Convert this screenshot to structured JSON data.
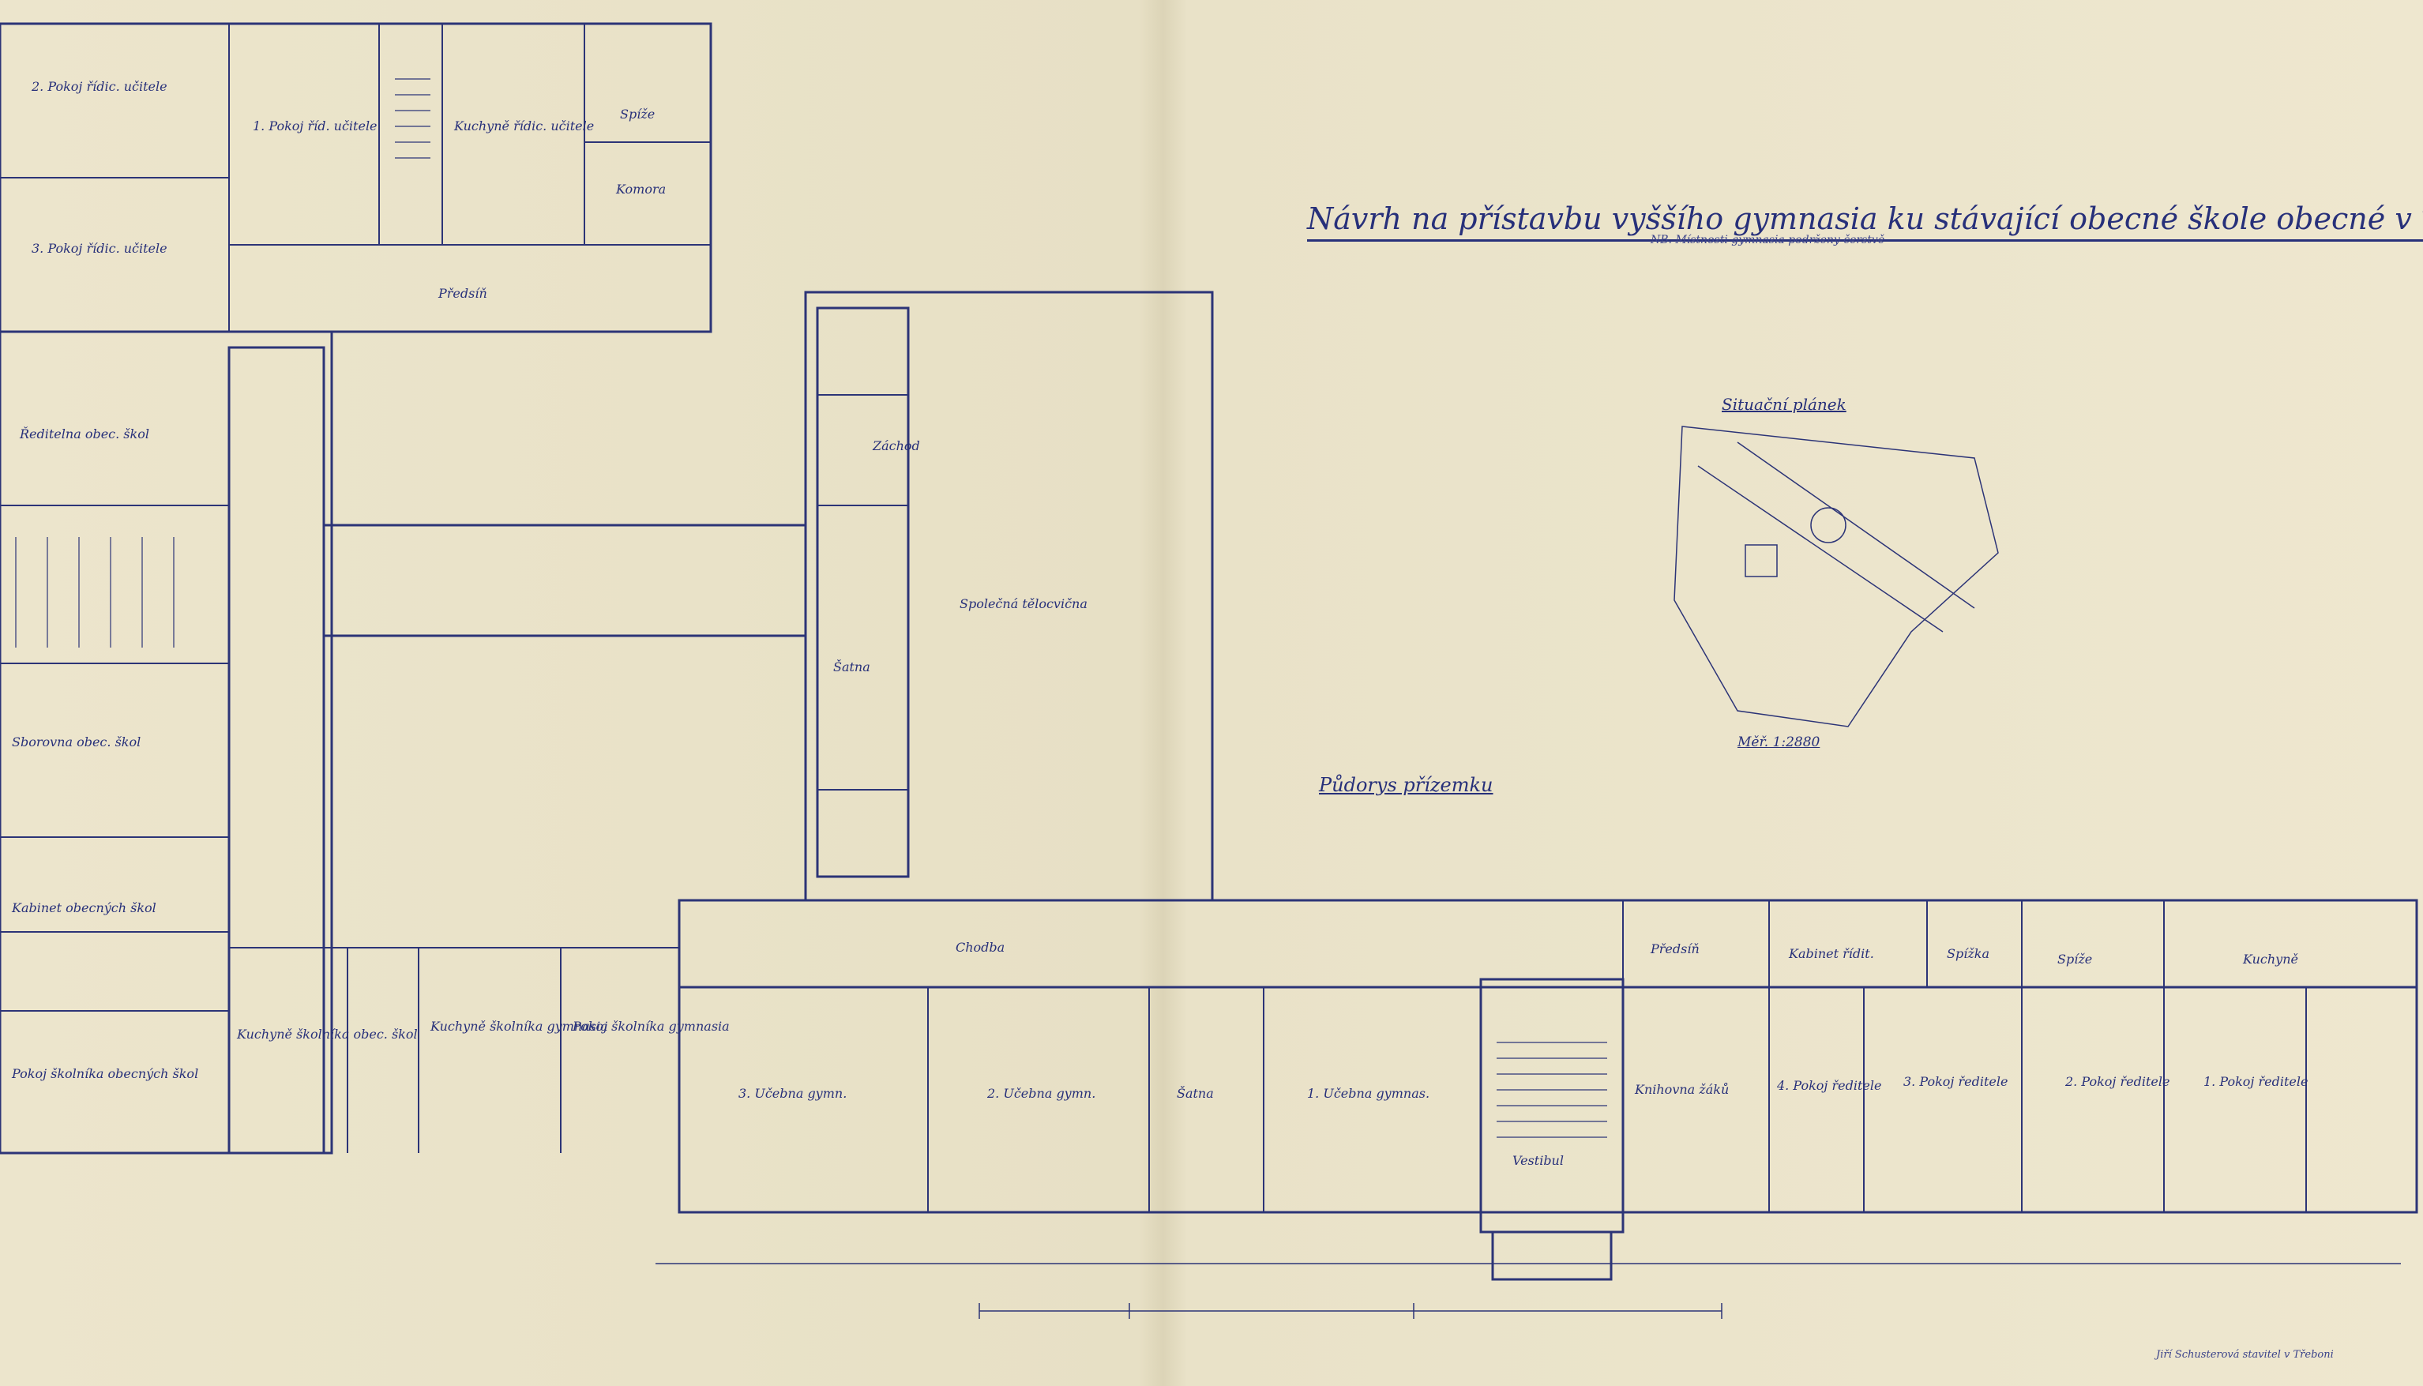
{
  "drawing": {
    "title": "Návrh na přístavbu vyššího gymnasia ku stávající obecné škole obecné v Třeboni",
    "subtitle": "NB. Místnosti gymnasia podrženy čerstvě",
    "site_plan_title": "Situační plánek",
    "site_plan_scale": "Měř. 1:2880",
    "ground_floor_title": "Půdorys přízemku",
    "signature": "Jiří Schusterová stavitel v Třeboni"
  },
  "rooms": {
    "pokoj2_ridic": "2. Pokoj řídic. učitele",
    "pokoj1_ridic": "1. Pokoj říd. učitele",
    "kuchyne_ridic": "Kuchyně řídic. učitele",
    "spize_top": "Spíže",
    "komora": "Komora",
    "pokoj3_ridic": "3. Pokoj řídic. učitele",
    "predsin_top": "Předsíň",
    "reditelna": "Ředitelna obec. škol",
    "sborovna": "Sborovna obec. škol",
    "kabinet_obec": "Kabinet obecných škol",
    "pokoj_skolnika_obec": "Pokoj školníka obecných škol",
    "kuchyne_skolnika_obec": "Kuchyně školníka obec. škol",
    "kuchyne_skolnika_gym": "Kuchyně školníka gymnasia",
    "pokoj_skolnika_gym": "Pokoj školníka gymnasia",
    "zachod": "Záchod",
    "satna_gym_hall": "Šatna",
    "telocvicna": "Společná tělocvična",
    "chodba": "Chodba",
    "ucebna3": "3. Učebna gymn.",
    "ucebna2": "2. Učebna gymn.",
    "satna": "Šatna",
    "ucebna1": "1. Učebna gymnas.",
    "vestibul": "Vestibul",
    "predsin_bottom": "Předsíň",
    "kabinet_ridit": "Kabinet řídit.",
    "spizka": "Spížka",
    "spize_bottom": "Spíže",
    "kuchyne": "Kuchyně",
    "knihovna": "Knihovna žáků",
    "pokoj4": "4. Pokoj ředitele",
    "pokoj3": "3. Pokoj ředitele",
    "pokoj2": "2. Pokoj ředitele",
    "pokoj1": "1. Pokoj ředitele"
  }
}
